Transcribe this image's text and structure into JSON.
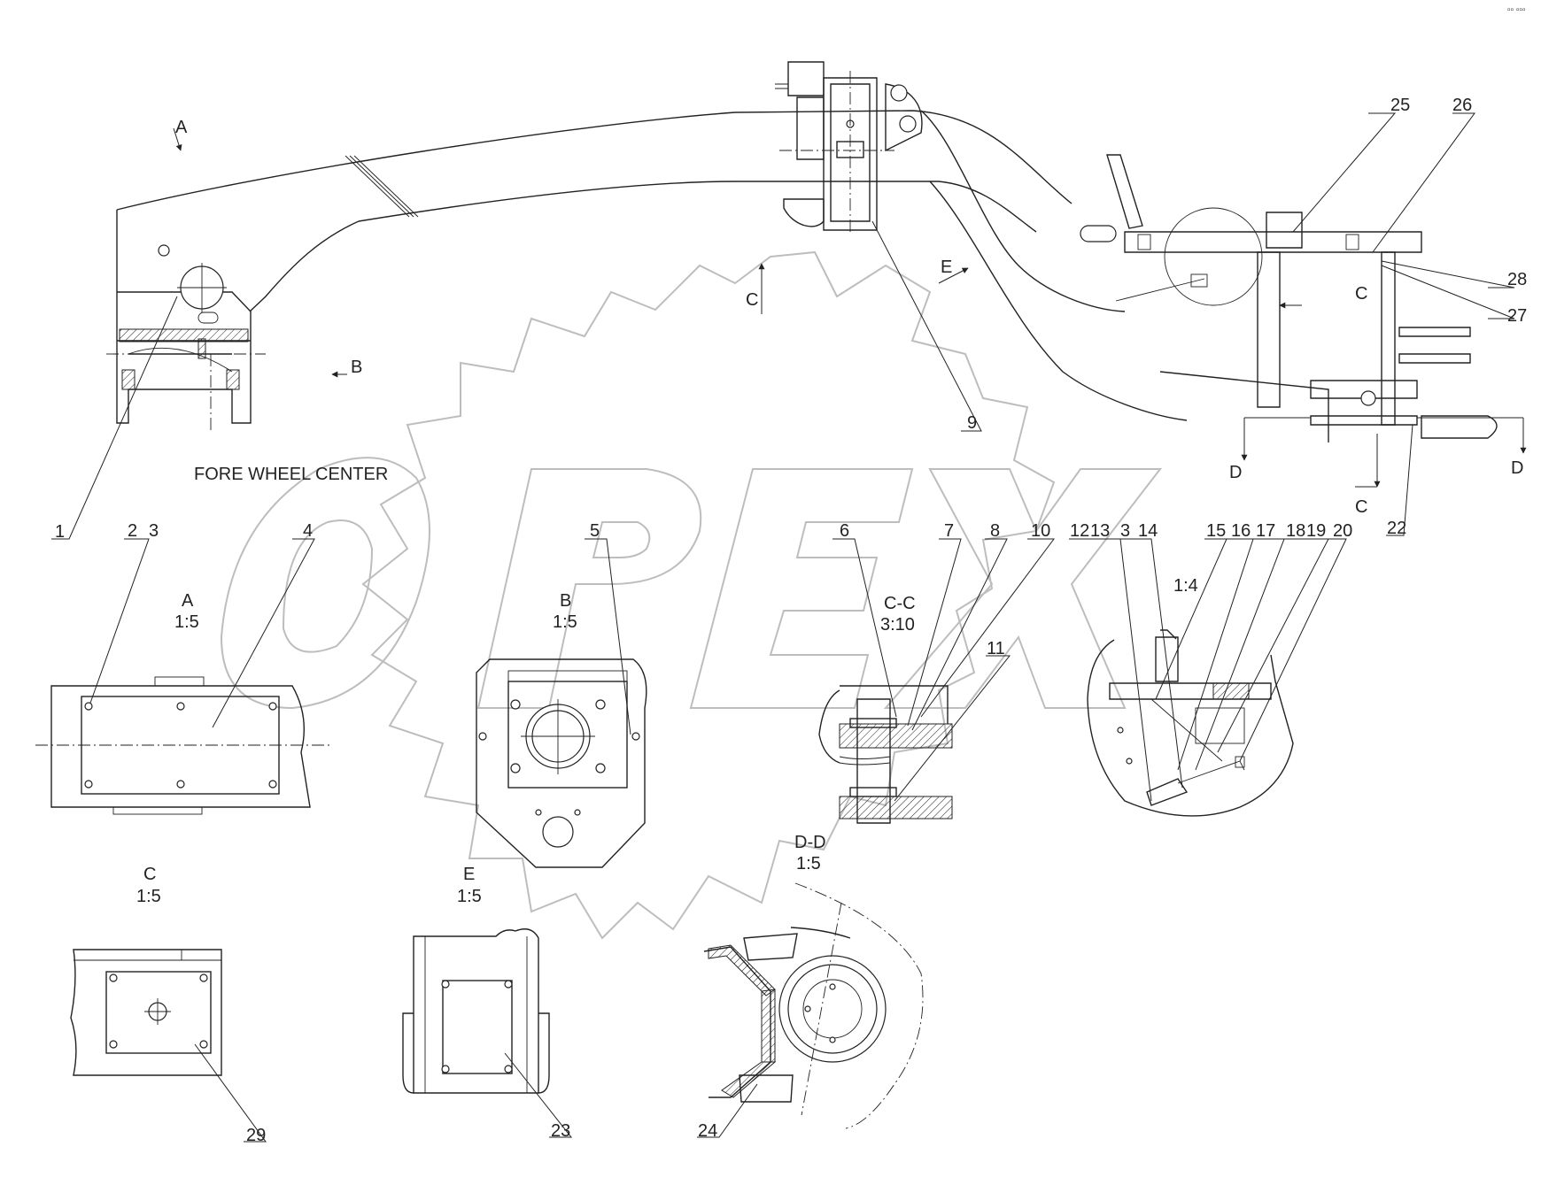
{
  "header": {
    "corner_mark": "▫▫ ▫▫▫"
  },
  "watermark": {
    "text": "OPEX"
  },
  "main_view": {
    "fore_wheel_center": "FORE WHEEL CENTER",
    "view_arrows": {
      "A": "A",
      "B": "B",
      "C": "C",
      "D": "D",
      "E": "E"
    }
  },
  "callouts": {
    "c1": "1",
    "c2": "2",
    "c3": "3",
    "c4": "4",
    "c5": "5",
    "c6": "6",
    "c7": "7",
    "c8": "8",
    "c9": "9",
    "c10": "10",
    "c11": "11",
    "c12": "12",
    "c13": "13",
    "c14": "14",
    "c15": "15",
    "c16": "16",
    "c17": "17",
    "c18": "18",
    "c19": "19",
    "c20": "20",
    "c22": "22",
    "c23": "23",
    "c24": "24",
    "c25": "25",
    "c26": "26",
    "c27": "27",
    "c28": "28",
    "c29": "29"
  },
  "views": {
    "A": {
      "name": "A",
      "scale": "1:5"
    },
    "B": {
      "name": "B",
      "scale": "1:5"
    },
    "CC": {
      "name": "C-C",
      "scale": "3:10"
    },
    "detail": {
      "scale": "1:4"
    },
    "C": {
      "name": "C",
      "scale": "1:5"
    },
    "E": {
      "name": "E",
      "scale": "1:5"
    },
    "DD": {
      "name": "D-D",
      "scale": "1:5"
    }
  }
}
